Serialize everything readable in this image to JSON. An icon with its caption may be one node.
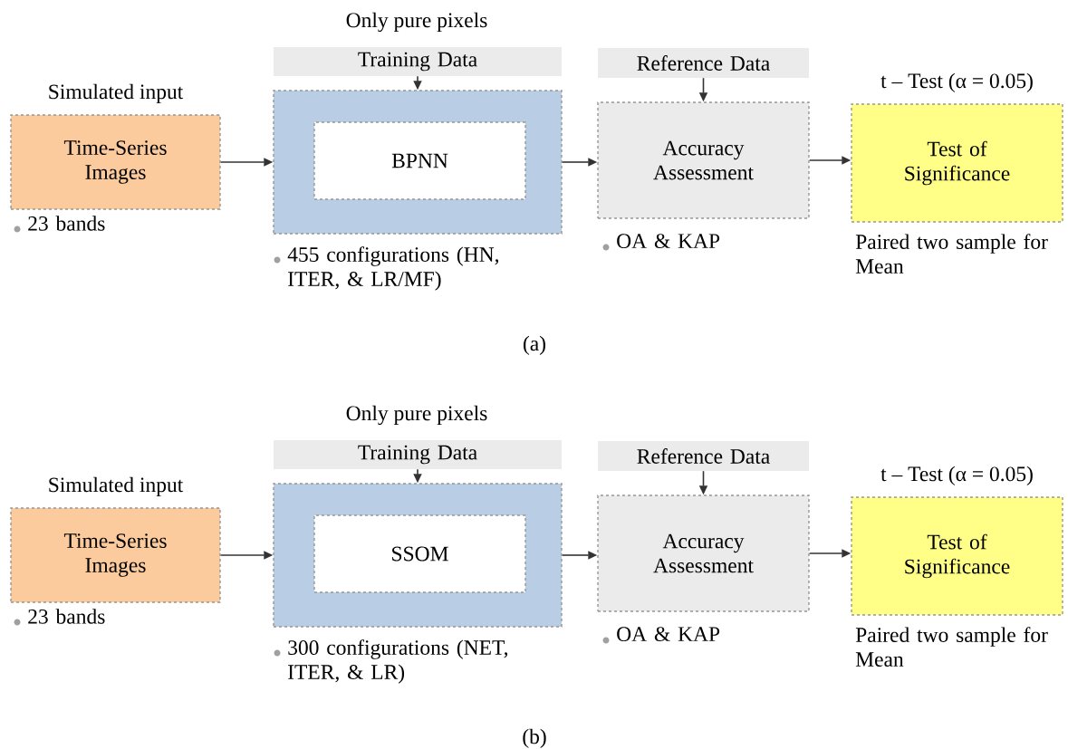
{
  "diagram": {
    "nodes": [
      {
        "text": [
          "Simulated input",
          "Time-Series Images"
        ],
        "beside": [
          "23 bands"
        ]
      },
      {
        "text": [],
        "shape": "box",
        "beside": [
          "455 configurations (HN, ITER, & LR/MF)"
        ]
      },
      {
        "text": [
          "BPNN"
        ],
        "in": 1
      },
      {
        "text": [
          "Training Data"
        ],
        "beside": [
          "Only pure pixels"
        ]
      },
      {
        "text": [
          "Accuracy Assessment"
        ],
        "beside": [
          "OA & KAP"
        ]
      },
      {
        "text": [
          "Reference Data"
        ]
      },
      {
        "text": [
          "t – Test (α = 0.05)",
          "Test of Significance"
        ],
        "beside": [
          "Paired two sample for Mean"
        ]
      },
      {
        "text": [
          "Simulated input",
          "Time-Series Images"
        ],
        "beside": [
          "23 bands"
        ]
      },
      {
        "text": [],
        "shape": "box",
        "beside": [
          "300 configurations (NET, ITER, & LR)"
        ]
      },
      {
        "text": [
          "SSOM"
        ],
        "in": 8
      },
      {
        "text": [
          "Training Data"
        ],
        "beside": [
          "Only pure pixels"
        ]
      },
      {
        "text": [
          "Accuracy Assessment"
        ],
        "beside": [
          "OA & KAP"
        ]
      },
      {
        "text": [
          "Reference Data"
        ]
      },
      {
        "text": [
          "t – Test (α = 0.05)",
          "Test of Significance"
        ],
        "beside": [
          "Paired two sample for Mean"
        ]
      }
    ],
    "edges": [
      {
        "from": 0,
        "to": 1,
        "arrow": "to"
      },
      {
        "from": 3,
        "to": 1,
        "arrow": "to"
      },
      {
        "from": 1,
        "to": 4,
        "arrow": "to"
      },
      {
        "from": 5,
        "to": 4,
        "arrow": "to"
      },
      {
        "from": 4,
        "to": 6,
        "arrow": "to"
      },
      {
        "from": 7,
        "to": 8,
        "arrow": "to"
      },
      {
        "from": 10,
        "to": 8,
        "arrow": "to"
      },
      {
        "from": 8,
        "to": 11,
        "arrow": "to"
      },
      {
        "from": 12,
        "to": 11,
        "arrow": "to"
      },
      {
        "from": 11,
        "to": 13,
        "arrow": "to"
      }
    ],
    "labels": [
      "(a)",
      "(b)"
    ]
  }
}
